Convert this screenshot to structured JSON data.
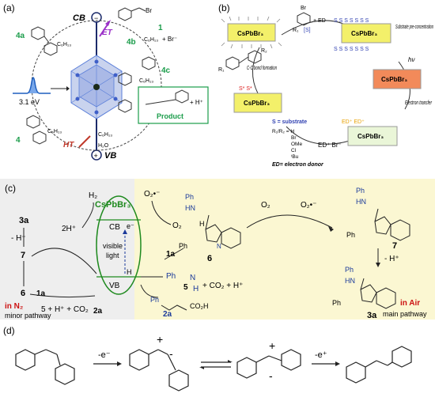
{
  "panel_a": {
    "label": "(a)",
    "cb": "CB",
    "vb": "VB",
    "et": "ET",
    "ht": "HT",
    "photon": "3.1 eV",
    "labels": {
      "one": "1",
      "four_a": "4a",
      "four_b": "4b",
      "four_c": "4c",
      "four": "4"
    },
    "species": {
      "br_minus": "+ Br⁻",
      "h_plus": "+ H⁺",
      "c6h13": "C₆H₁₃",
      "h2o": "H₂O"
    },
    "product": "Product",
    "colors": {
      "cb_arrow": "#9b30c8",
      "ht_arrow": "#c0392b",
      "labels": "#1a9c4a",
      "crystal": "#5b7fd9",
      "photon": "#1f5fbf"
    }
  },
  "panel_b": {
    "label": "(b)",
    "nanocrystal": "CsPbBr₃",
    "reactant_br": "Br",
    "reactant_s": "[S]",
    "plus_ed": "+ ED",
    "r1": "R₁",
    "r2": "R₂",
    "hv": "hν",
    "steps": {
      "preconc": "Substrate pre-concentration",
      "electron_transfer": "Electron transfer",
      "cc_bond": "C-C bond formation"
    },
    "ed_plus_br": "ED⁺ Br⁻",
    "legend": {
      "s": "S = substrate",
      "r": "R₁/R₂ = H",
      "r_list": [
        "Br",
        "OMe",
        "Cl",
        "ᵗBu"
      ],
      "ed": "ED= electron donor"
    },
    "colors": {
      "s": "#2d3eb0",
      "s_red": "#d22",
      "ed_plus": "#e8c800",
      "core": "#f3f06a",
      "core_excited": "#f28a5a"
    }
  },
  "panel_c": {
    "label": "(c)",
    "catalyst": "CsPbBr₃",
    "cb": "CB",
    "vb": "VB",
    "e": "e⁻",
    "h": "H",
    "visible_light": "visible light",
    "h2": "H₂",
    "two_h": "2H⁺",
    "o2_rad": "O₂•⁻",
    "o2": "O₂",
    "left_3a": "3a",
    "left_h": "- H⁺",
    "left_7": "7",
    "left_6": "6",
    "left_1a": "1a",
    "left_5eq": "5 + H⁺ + CO₂",
    "left_2a": "2a",
    "in_n2": "in N₂",
    "minor": "minor pathway",
    "radical_5": "5",
    "plus_co2": "+ CO₂ + H⁺",
    "glycine_2a": "2a",
    "ph": "Ph",
    "hn": "HN",
    "n": "N",
    "co2h": "CO₂H",
    "mid_1a": "1a",
    "mid_6": "6",
    "right_o2": "O₂",
    "right_o2rad": "O₂•⁻",
    "right_7": "7",
    "right_h": "- H⁺",
    "right_3a": "3a",
    "in_air": "in Air",
    "main": "main pathway",
    "colors": {
      "green": "#1f8a1f",
      "red": "#cc1111",
      "blue": "#1b3a9a",
      "left_bg": "#eeeeee",
      "right_bg": "#fbf7d2"
    }
  },
  "panel_d": {
    "label": "(d)",
    "step1": "-e⁻",
    "step2": "-e⁺",
    "plus": "+",
    "minus": "-"
  }
}
